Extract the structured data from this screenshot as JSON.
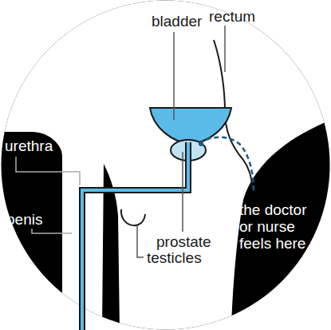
{
  "diagram": {
    "labels": [
      "bladder",
      "rectum",
      "urethra",
      "penis",
      "prostate",
      "testicles",
      "the doctor or nurse feels here"
    ]
  }
}
